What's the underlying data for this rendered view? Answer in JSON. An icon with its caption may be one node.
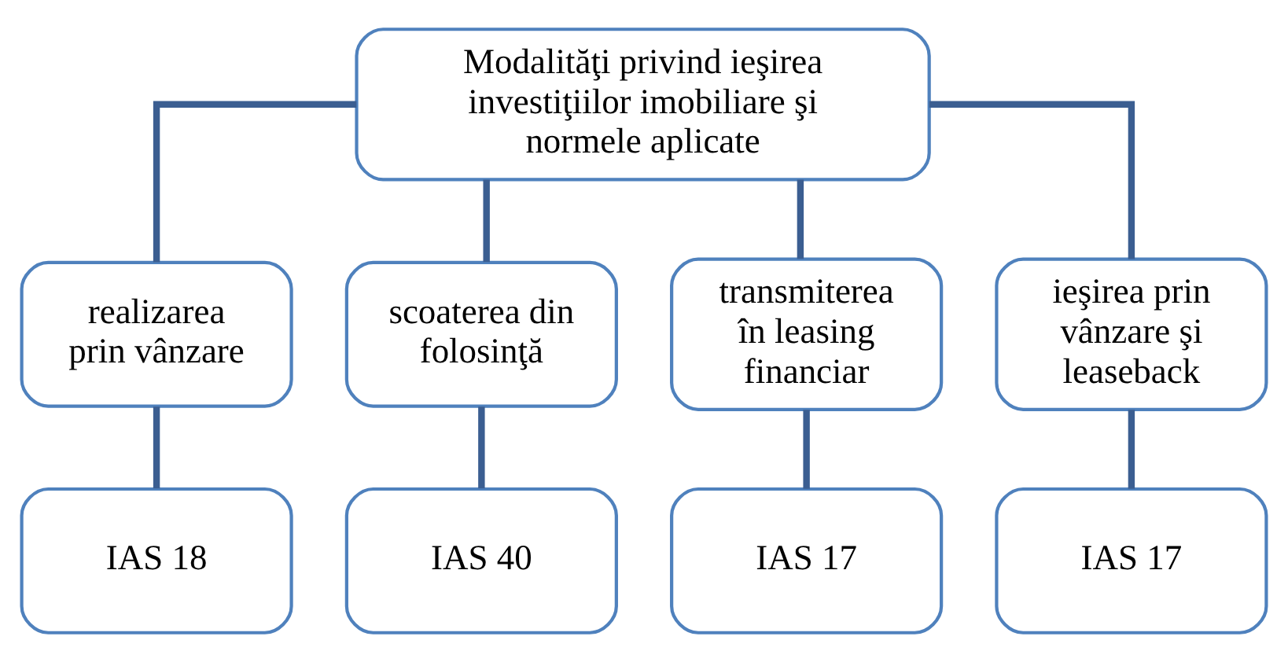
{
  "diagram": {
    "nodes": [
      {
        "text": [
          "Modalităţi privind ieşirea investiţiilor imobiliare şi normele aplicate"
        ]
      },
      {
        "text": [
          "realizarea prin vânzare"
        ]
      },
      {
        "text": [
          "scoaterea din folosinţă"
        ]
      },
      {
        "text": [
          "transmiterea în leasing financiar"
        ]
      },
      {
        "text": [
          "ieşirea prin vânzare şi leaseback"
        ]
      },
      {
        "text": [
          "IAS 18"
        ]
      },
      {
        "text": [
          "IAS 40"
        ]
      },
      {
        "text": [
          "IAS 17"
        ]
      },
      {
        "text": [
          "IAS 17"
        ]
      }
    ],
    "edges": [
      {
        "from": 0,
        "to": 1,
        "arrow": "none"
      },
      {
        "from": 0,
        "to": 2,
        "arrow": "none"
      },
      {
        "from": 0,
        "to": 3,
        "arrow": "none"
      },
      {
        "from": 0,
        "to": 4,
        "arrow": "none"
      },
      {
        "from": 1,
        "to": 5,
        "arrow": "none"
      },
      {
        "from": 2,
        "to": 6,
        "arrow": "none"
      },
      {
        "from": 3,
        "to": 7,
        "arrow": "none"
      },
      {
        "from": 4,
        "to": 8,
        "arrow": "none"
      }
    ]
  }
}
